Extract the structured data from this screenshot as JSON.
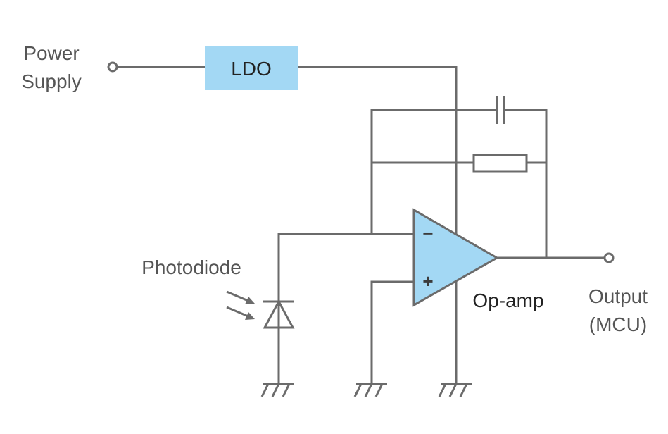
{
  "labels": {
    "power_supply_line1": "Power",
    "power_supply_line2": "Supply",
    "ldo": "LDO",
    "photodiode": "Photodiode",
    "op_amp": "Op-amp",
    "output_line1": "Output",
    "output_line2": "(MCU)",
    "minus_sign": "−",
    "plus_sign": "+"
  },
  "colors": {
    "wire": "#6b6b6b",
    "block_fill": "#a3d8f4",
    "label_text": "#555555"
  }
}
